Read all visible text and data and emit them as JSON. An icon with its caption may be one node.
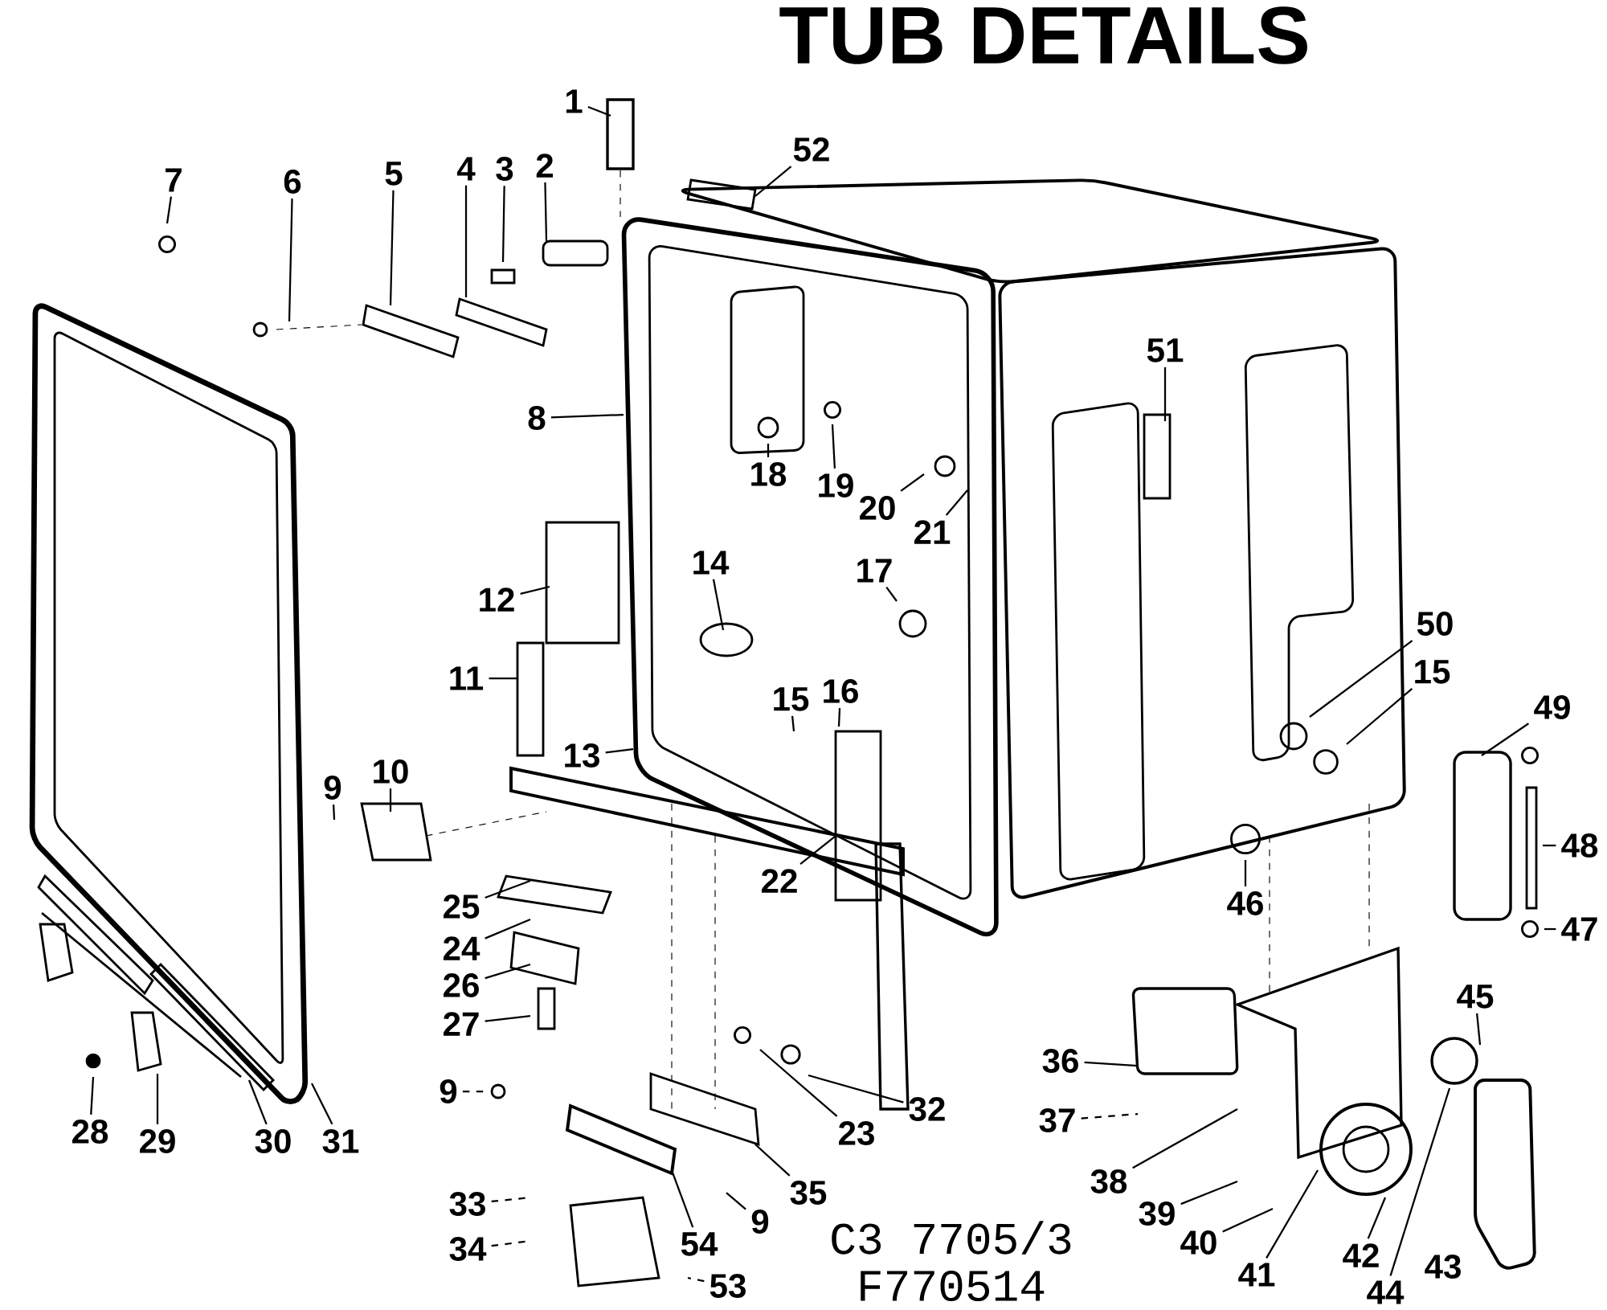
{
  "diagram": {
    "title": "TUB DETAILS",
    "nodes": [
      {
        "text": [
          "1"
        ]
      },
      {
        "text": [
          "52"
        ]
      },
      {
        "text": [
          "7"
        ]
      },
      {
        "text": [
          "6"
        ]
      },
      {
        "text": [
          "5"
        ]
      },
      {
        "text": [
          "4"
        ]
      },
      {
        "text": [
          "3"
        ]
      },
      {
        "text": [
          "2"
        ]
      },
      {
        "text": [
          "8"
        ]
      },
      {
        "text": [
          "51"
        ]
      },
      {
        "text": [
          "18"
        ]
      },
      {
        "text": [
          "19"
        ]
      },
      {
        "text": [
          "20"
        ]
      },
      {
        "text": [
          "21"
        ]
      },
      {
        "text": [
          "12"
        ]
      },
      {
        "text": [
          "14"
        ]
      },
      {
        "text": [
          "17"
        ]
      },
      {
        "text": [
          "11"
        ]
      },
      {
        "text": [
          "13"
        ]
      },
      {
        "text": [
          "15"
        ]
      },
      {
        "text": [
          "16"
        ]
      },
      {
        "text": [
          "50"
        ]
      },
      {
        "text": [
          "15"
        ]
      },
      {
        "text": [
          "49"
        ]
      },
      {
        "text": [
          "9"
        ]
      },
      {
        "text": [
          "10"
        ]
      },
      {
        "text": [
          "25"
        ]
      },
      {
        "text": [
          "24"
        ]
      },
      {
        "text": [
          "26"
        ]
      },
      {
        "text": [
          "27"
        ]
      },
      {
        "text": [
          "22"
        ]
      },
      {
        "text": [
          "46"
        ]
      },
      {
        "text": [
          "48"
        ]
      },
      {
        "text": [
          "47"
        ]
      },
      {
        "text": [
          "9"
        ]
      },
      {
        "text": [
          "32"
        ]
      },
      {
        "text": [
          "23"
        ]
      },
      {
        "text": [
          "35"
        ]
      },
      {
        "text": [
          "36"
        ]
      },
      {
        "text": [
          "37"
        ]
      },
      {
        "text": [
          "38"
        ]
      },
      {
        "text": [
          "39"
        ]
      },
      {
        "text": [
          "40"
        ]
      },
      {
        "text": [
          "41"
        ]
      },
      {
        "text": [
          "42"
        ]
      },
      {
        "text": [
          "44"
        ]
      },
      {
        "text": [
          "45"
        ]
      },
      {
        "text": [
          "33"
        ]
      },
      {
        "text": [
          "34"
        ]
      },
      {
        "text": [
          "9"
        ]
      },
      {
        "text": [
          "54"
        ]
      },
      {
        "text": [
          "53"
        ]
      },
      {
        "text": [
          "28"
        ]
      },
      {
        "text": [
          "29"
        ]
      },
      {
        "text": [
          "30"
        ]
      },
      {
        "text": [
          "31"
        ]
      }
    ],
    "edges": [
      {
        "from": 0,
        "to": null,
        "arrow": "none"
      },
      {
        "from": 1,
        "to": null,
        "arrow": "none"
      },
      {
        "from": 2,
        "to": null,
        "arrow": "none"
      },
      {
        "from": 3,
        "to": null,
        "arrow": "none"
      },
      {
        "from": 4,
        "to": null,
        "arrow": "none"
      },
      {
        "from": 5,
        "to": null,
        "arrow": "none"
      },
      {
        "from": 6,
        "to": null,
        "arrow": "none"
      },
      {
        "from": 7,
        "to": null,
        "arrow": "none"
      },
      {
        "from": 8,
        "to": null,
        "arrow": "none"
      },
      {
        "from": 9,
        "to": null,
        "arrow": "none"
      },
      {
        "from": 10,
        "to": null,
        "arrow": "none"
      },
      {
        "from": 11,
        "to": null,
        "arrow": "none"
      },
      {
        "from": 12,
        "to": null,
        "arrow": "none"
      },
      {
        "from": 13,
        "to": null,
        "arrow": "none"
      },
      {
        "from": 14,
        "to": null,
        "arrow": "none"
      },
      {
        "from": 15,
        "to": null,
        "arrow": "none"
      },
      {
        "from": 16,
        "to": null,
        "arrow": "none"
      },
      {
        "from": 17,
        "to": null,
        "arrow": "none"
      },
      {
        "from": 18,
        "to": null,
        "arrow": "none"
      },
      {
        "from": 19,
        "to": null,
        "arrow": "none"
      },
      {
        "from": 20,
        "to": null,
        "arrow": "none"
      },
      {
        "from": 21,
        "to": null,
        "arrow": "none"
      },
      {
        "from": 22,
        "to": null,
        "arrow": "none"
      },
      {
        "from": 23,
        "to": null,
        "arrow": "none"
      },
      {
        "from": 24,
        "to": null,
        "arrow": "none"
      },
      {
        "from": 25,
        "to": null,
        "arrow": "none"
      },
      {
        "from": 26,
        "to": null,
        "arrow": "none"
      },
      {
        "from": 27,
        "to": null,
        "arrow": "none"
      },
      {
        "from": 28,
        "to": null,
        "arrow": "none"
      },
      {
        "from": 29,
        "to": null,
        "arrow": "none"
      },
      {
        "from": 30,
        "to": null,
        "arrow": "none"
      },
      {
        "from": 31,
        "to": null,
        "arrow": "none"
      },
      {
        "from": 32,
        "to": null,
        "arrow": "none"
      },
      {
        "from": 33,
        "to": null,
        "arrow": "none"
      },
      {
        "from": 34,
        "to": null,
        "arrow": "none",
        "style": "dashed"
      },
      {
        "from": 35,
        "to": null,
        "arrow": "none"
      },
      {
        "from": 36,
        "to": null,
        "arrow": "none"
      },
      {
        "from": 37,
        "to": null,
        "arrow": "none"
      },
      {
        "from": 38,
        "to": null,
        "arrow": "none"
      },
      {
        "from": 39,
        "to": null,
        "arrow": "none",
        "style": "dashed"
      },
      {
        "from": 40,
        "to": null,
        "arrow": "none"
      },
      {
        "from": 41,
        "to": null,
        "arrow": "none"
      },
      {
        "from": 42,
        "to": null,
        "arrow": "none"
      },
      {
        "from": 43,
        "to": null,
        "arrow": "none"
      },
      {
        "from": 44,
        "to": null,
        "arrow": "none"
      },
      {
        "from": 45,
        "to": null,
        "arrow": "none"
      },
      {
        "from": 46,
        "to": null,
        "arrow": "none"
      },
      {
        "from": 47,
        "to": null,
        "arrow": "none",
        "style": "dashed"
      },
      {
        "from": 48,
        "to": null,
        "arrow": "none",
        "style": "dashed"
      },
      {
        "from": 49,
        "to": null,
        "arrow": "none"
      },
      {
        "from": 50,
        "to": null,
        "arrow": "none"
      },
      {
        "from": 51,
        "to": null,
        "arrow": "none",
        "style": "dashed"
      },
      {
        "from": 52,
        "to": null,
        "arrow": "none"
      },
      {
        "from": 53,
        "to": null,
        "arrow": "none"
      },
      {
        "from": 54,
        "to": null,
        "arrow": "none"
      },
      {
        "from": 55,
        "to": null,
        "arrow": "none"
      }
    ],
    "labels": [
      "43",
      "C3 7705/3",
      "F770514"
    ]
  }
}
